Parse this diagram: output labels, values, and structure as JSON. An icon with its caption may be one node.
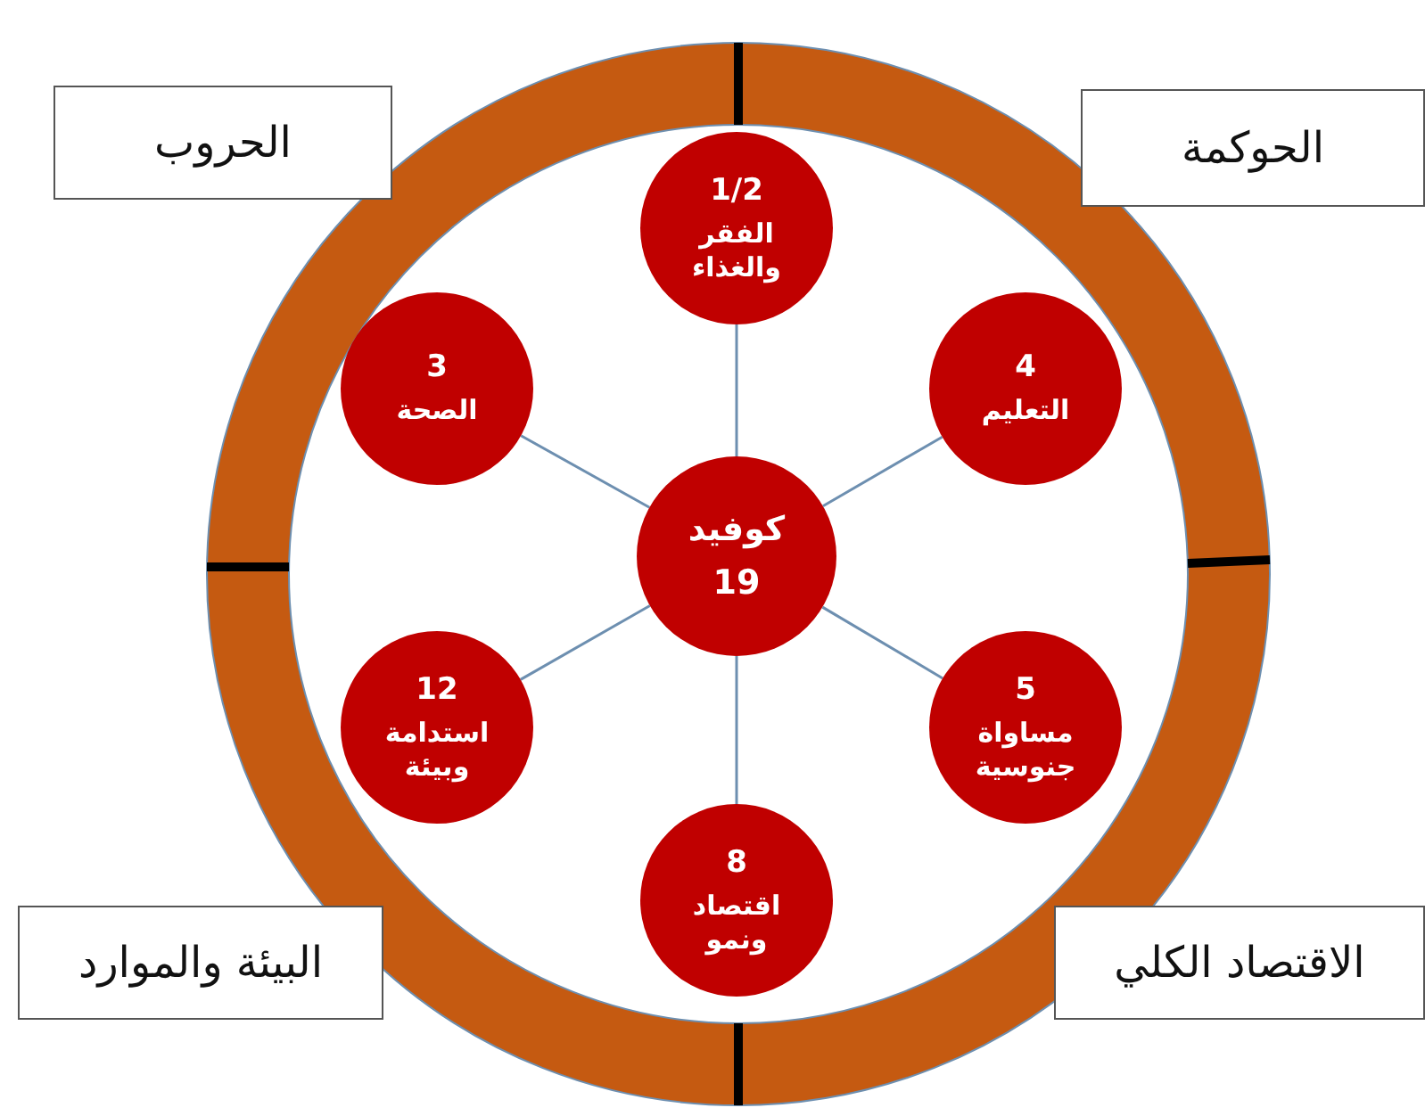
{
  "diagram": {
    "nodes": [
      {
        "text": [
          "الحروب"
        ]
      },
      {
        "text": [
          "الحوكمة"
        ]
      },
      {
        "text": [
          "1/2",
          "الفقر والغذاء"
        ]
      },
      {
        "text": [
          "3",
          "الصحة"
        ]
      },
      {
        "text": [
          "4",
          "التعليم"
        ]
      },
      {
        "text": [
          "كوفيد 19"
        ]
      },
      {
        "text": [
          "12",
          "استدامة وبيئة"
        ]
      },
      {
        "text": [
          "5",
          "مساواة جنوسية"
        ]
      },
      {
        "text": [
          "8",
          "اقتصاد ونمو"
        ]
      },
      {
        "text": [
          "البيئة والموارد"
        ]
      },
      {
        "text": [
          "الاقتصاد الكلي"
        ]
      }
    ],
    "edges": [
      {
        "from": 5,
        "to": 2,
        "arrow": "none"
      },
      {
        "from": 5,
        "to": 3,
        "arrow": "none"
      },
      {
        "from": 5,
        "to": 4,
        "arrow": "none"
      },
      {
        "from": 5,
        "to": 6,
        "arrow": "none"
      },
      {
        "from": 5,
        "to": 7,
        "arrow": "none"
      },
      {
        "from": 5,
        "to": 8,
        "arrow": "none"
      }
    ]
  }
}
